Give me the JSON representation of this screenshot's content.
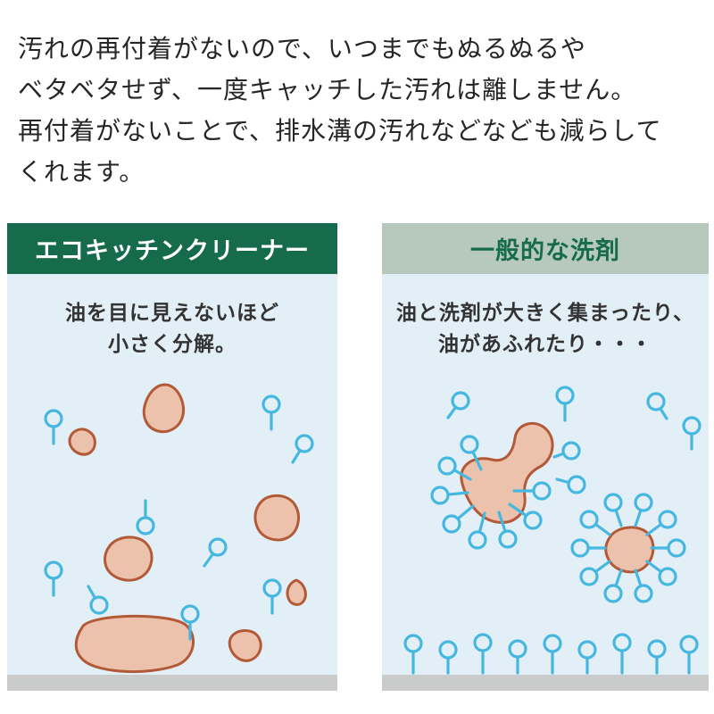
{
  "intro": {
    "lines": [
      "汚れの再付着がないので、いつまでもぬるぬるや",
      "ベタベタせず、一度キャッチした汚れは離しません。",
      "再付着がないことで、排水溝の汚れなどなども減らして",
      "くれます。"
    ]
  },
  "panels": {
    "eco": {
      "header": "エコキッチンクリーナー",
      "description_lines": [
        "油を目に見えないほど",
        "小さく分解。"
      ]
    },
    "general": {
      "header": "一般的な洗剤",
      "description_lines": [
        "油と洗剤が大きく集まったり、",
        "油があふれたり・・・"
      ]
    }
  },
  "icons": {
    "oil_blob": "oil-droplet",
    "surfactant": "surfactant-molecule-pin"
  },
  "colors": {
    "eco_header_bg": "#156b4c",
    "eco_header_text": "#ffffff",
    "general_header_bg": "#b7c9bd",
    "general_header_text": "#156b4c",
    "panel_bg": "#e2eff6",
    "oil_fill": "#ecc2ac",
    "oil_outline": "#b25a38",
    "surfactant_blue": "#45b7e0",
    "bottom_strip": "#c9cccb",
    "body_text": "#262626"
  }
}
